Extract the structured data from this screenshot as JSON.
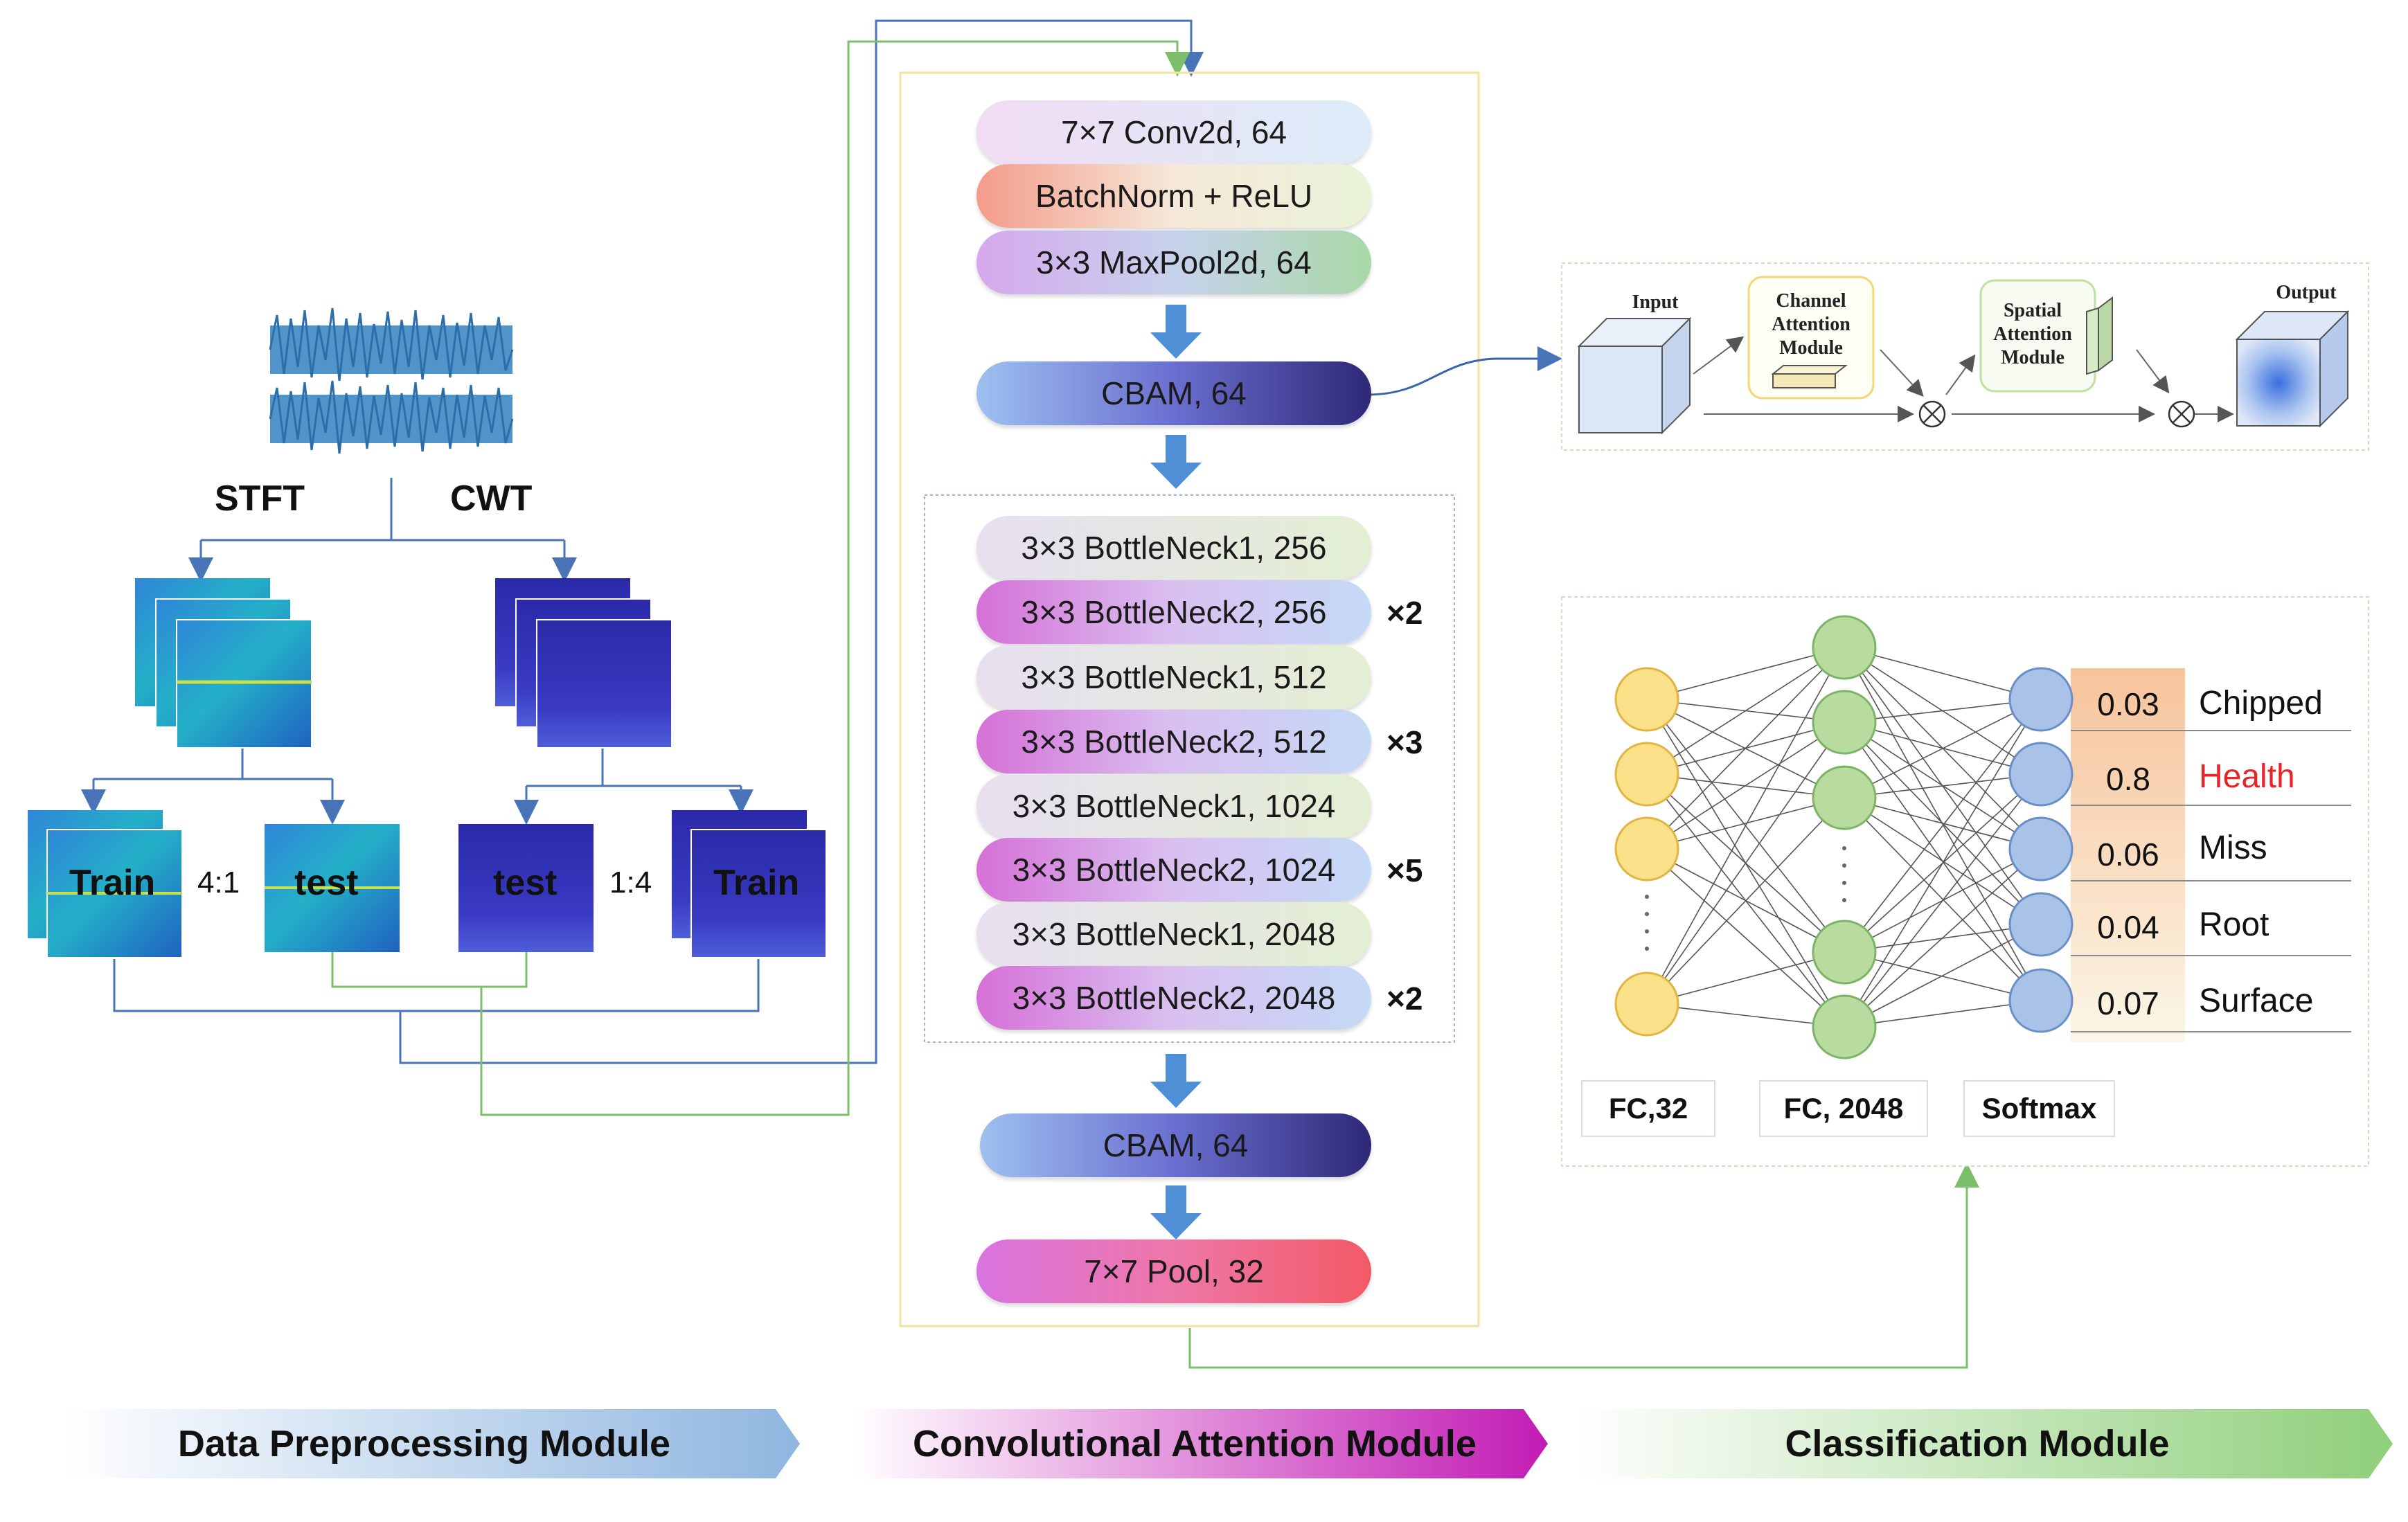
{
  "preprocessing": {
    "methods": [
      "STFT",
      "CWT"
    ],
    "left_split": {
      "train": "Train",
      "test": "test",
      "ratio": "4:1"
    },
    "right_split": {
      "test": "test",
      "train": "Train",
      "ratio": "1:4"
    }
  },
  "backbone": {
    "stem": [
      "7×7 Conv2d, 64",
      "BatchNorm + ReLU",
      "3×3 MaxPool2d, 64"
    ],
    "cbam_top": "CBAM, 64",
    "bottlenecks": [
      "3×3 BottleNeck1, 256",
      "3×3 BottleNeck2, 256",
      "3×3 BottleNeck1, 512",
      "3×3 BottleNeck2, 512",
      "3×3 BottleNeck1, 1024",
      "3×3 BottleNeck2, 1024",
      "3×3 BottleNeck1, 2048",
      "3×3 BottleNeck2, 2048"
    ],
    "multipliers": [
      "×2",
      "×3",
      "×5",
      "×2"
    ],
    "cbam_bottom": "CBAM, 64",
    "pool": "7×7 Pool,  32"
  },
  "cbam_detail": {
    "input": "Input",
    "channel": [
      "Channel",
      "Attention",
      "Module"
    ],
    "spatial": [
      "Spatial",
      "Attention",
      "Module"
    ],
    "output": "Output"
  },
  "classifier": {
    "layers": [
      "FC,32",
      "FC, 2048",
      "Softmax"
    ],
    "outputs": [
      {
        "value": "0.03",
        "label": "Chipped"
      },
      {
        "value": "0.8",
        "label": "Health"
      },
      {
        "value": "0.06",
        "label": "Miss"
      },
      {
        "value": "0.04",
        "label": "Root"
      },
      {
        "value": "0.07",
        "label": "Surface"
      }
    ],
    "highlight_color": "#e8242a"
  },
  "modules": [
    "Data Preprocessing Module",
    "Convolutional Attention Module",
    "Classification Module"
  ]
}
